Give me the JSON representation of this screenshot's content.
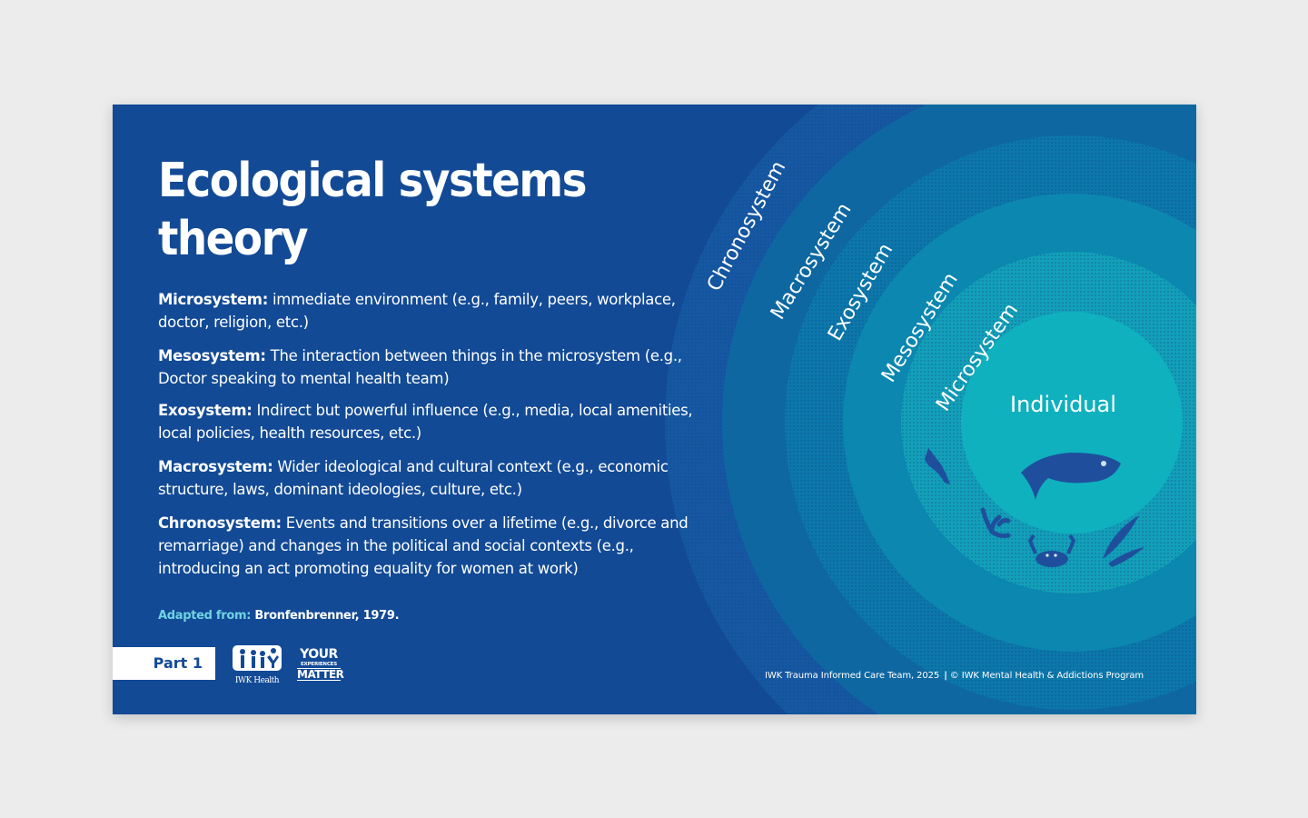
{
  "slide": {
    "title": "Ecological systems theory",
    "definitions": [
      {
        "term": "Microsystem:",
        "text": " immediate environment (e.g., family, peers, workplace, doctor, religion, etc.)"
      },
      {
        "term": "Mesosystem:",
        "text": " The interaction between things in the microsystem (e.g., Doctor speaking to mental health team)"
      },
      {
        "term": "Exosystem:",
        "text": " Indirect but powerful influence (e.g., media, local amenities, local policies, health resources, etc.)"
      },
      {
        "term": "Macrosystem:",
        "text": " Wider ideological and cultural context (e.g., economic structure, laws, dominant ideologies, culture, etc.)"
      },
      {
        "term": "Chronosystem:",
        "text": " Events and transitions over a lifetime (e.g., divorce and remarriage) and changes in the political and social contexts (e.g., introducing an act promoting equality for women at work)"
      }
    ],
    "source_label": "Adapted from:",
    "source_value": " Bronfenbrenner, 1979.",
    "part_label": "Part 1",
    "logos": {
      "iwk": "IWK Health",
      "yem_line1": "YOUR",
      "yem_line2": "EXPERIENCES",
      "yem_line3": "MATTER"
    },
    "footer": {
      "left": "IWK Trauma Informed Care Team, 2025",
      "separator": "|",
      "right": "© IWK Mental Health & Addictions Program"
    },
    "diagram": {
      "rings": [
        "Chronosystem",
        "Macrosystem",
        "Exosystem",
        "Mesosystem",
        "Microsystem"
      ],
      "center": "Individual",
      "icons": [
        "small-fish-icon",
        "large-fish-icon",
        "coral-icon",
        "crab-icon",
        "seaweed-icon"
      ]
    },
    "colors": {
      "background": "#124a96",
      "accent": "#6fd3e0",
      "ring_chrono": "#1557a0",
      "ring_macro": "#0f66a0",
      "ring_exo": "#0c79ab",
      "ring_meso": "#0b87b0",
      "ring_micro": "#11a1b8",
      "ring_individual": "#0fb1be"
    }
  }
}
